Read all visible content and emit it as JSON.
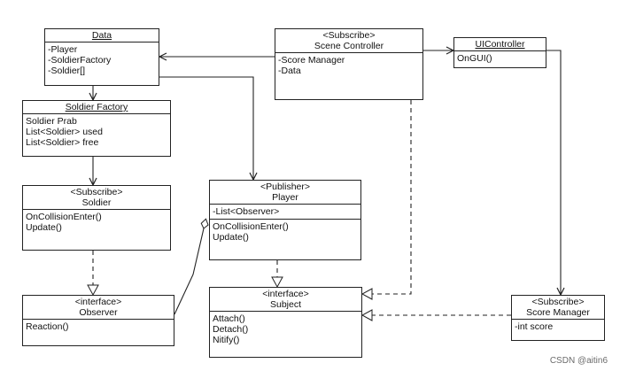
{
  "classes": {
    "data": {
      "stereotype": "",
      "name": "Data",
      "attributes": [
        "-Player",
        "-SoldierFactory",
        "-Soldier[]"
      ],
      "methods": []
    },
    "scene_controller": {
      "stereotype": "<Subscribe>",
      "name": "Scene Controller",
      "attributes": [
        "-Score Manager",
        "-Data"
      ],
      "methods": []
    },
    "ui_controller": {
      "stereotype": "",
      "name": "UIController",
      "attributes": [
        "OnGUI()"
      ],
      "methods": []
    },
    "soldier_factory": {
      "stereotype": "",
      "name": "Soldier Factory",
      "attributes": [
        "Soldier Prab",
        "List<Soldier> used",
        "List<Soldier> free"
      ],
      "methods": []
    },
    "soldier": {
      "stereotype": "<Subscribe>",
      "name": "Soldier",
      "attributes": [],
      "methods": [
        "OnCollisionEnter()",
        "Update()"
      ]
    },
    "player": {
      "stereotype": "<Publisher>",
      "name": "Player",
      "attributes": [
        "-List<Observer>"
      ],
      "methods": [
        "OnCollisionEnter()",
        "Update()"
      ]
    },
    "observer": {
      "stereotype": "<interface>",
      "name": "Observer",
      "attributes": [],
      "methods": [
        "Reaction()"
      ]
    },
    "subject": {
      "stereotype": "<interface>",
      "name": "Subject",
      "attributes": [],
      "methods": [
        "Attach()",
        "Detach()",
        "Nitify()"
      ]
    },
    "score_manager": {
      "stereotype": "<Subscribe>",
      "name": "Score Manager",
      "attributes": [
        "-int score"
      ],
      "methods": []
    }
  },
  "watermark": "CSDN @aitin6"
}
